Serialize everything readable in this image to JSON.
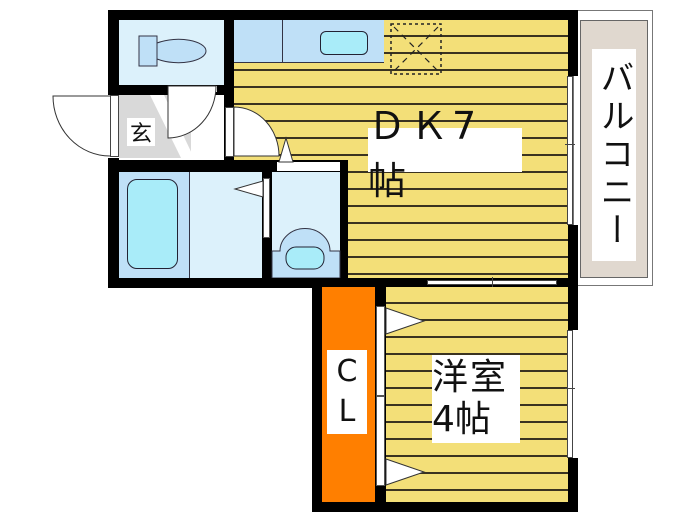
{
  "floorplan": {
    "rooms": {
      "dk": {
        "label": "ＤＫ7帖",
        "type": "dining-kitchen",
        "size_jo": 7
      },
      "western": {
        "label_line1": "洋室",
        "label_line2": "4帖",
        "type": "western-room",
        "size_jo": 4
      },
      "closet": {
        "label_line1": "C",
        "label_line2": "L",
        "type": "closet"
      },
      "balcony": {
        "label": "バルコニー",
        "type": "balcony"
      },
      "entrance": {
        "label": "玄",
        "type": "entrance"
      },
      "toilet": {
        "type": "toilet"
      },
      "bath": {
        "type": "bathroom"
      },
      "washroom": {
        "type": "washroom"
      },
      "kitchen_counter": {
        "type": "kitchen"
      }
    },
    "colors": {
      "floor_wood": "#f3df78",
      "floor_stripe": "#3a3320",
      "wet_area_light": "#dcf1fb",
      "wet_area_mid": "#bfe0f7",
      "fixture": "#a9ecf9",
      "closet": "#ff7f00",
      "entrance": "#d9d9d9",
      "balcony": "#e0d8cf",
      "wall": "#000000"
    }
  }
}
